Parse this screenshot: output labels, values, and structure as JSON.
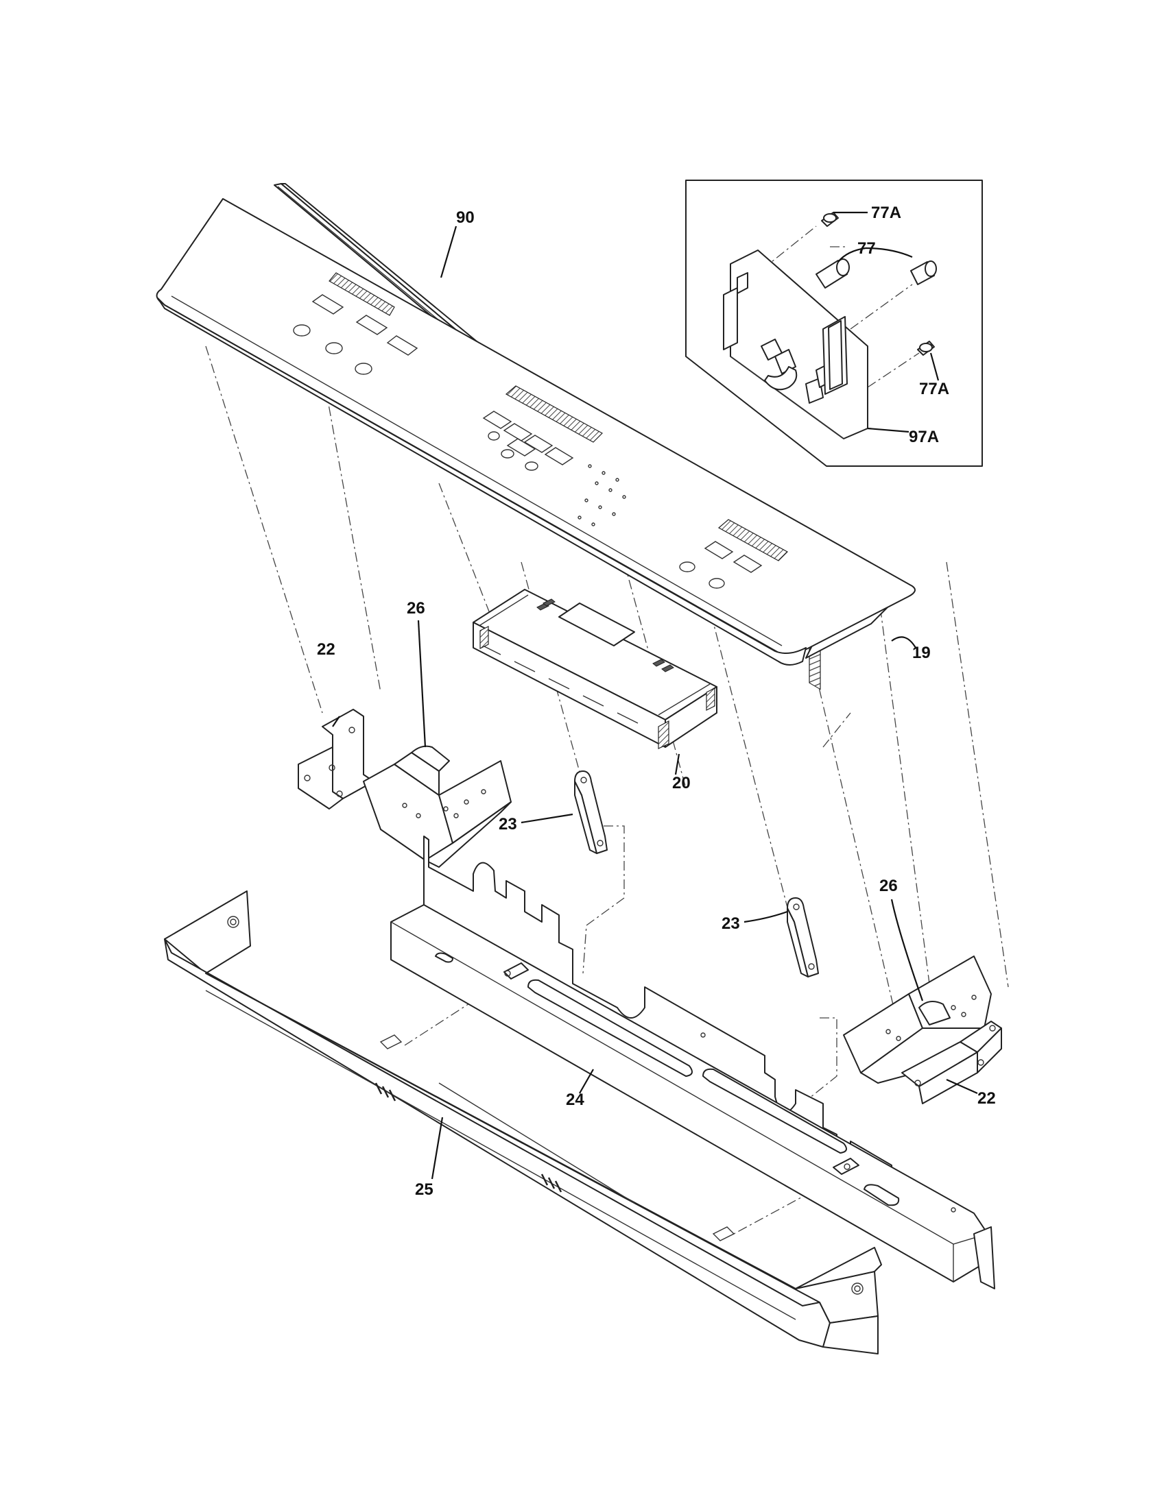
{
  "diagram": {
    "callouts": {
      "p90": "90",
      "p77A_top": "77A",
      "p77": "77",
      "p77A_bottom": "77A",
      "p97A": "97A",
      "p19": "19",
      "p20": "20",
      "p22_left": "22",
      "p26_left": "26",
      "p23_left": "23",
      "p23_right": "23",
      "p26_right": "26",
      "p22_right": "22",
      "p24": "24",
      "p25": "25"
    }
  }
}
